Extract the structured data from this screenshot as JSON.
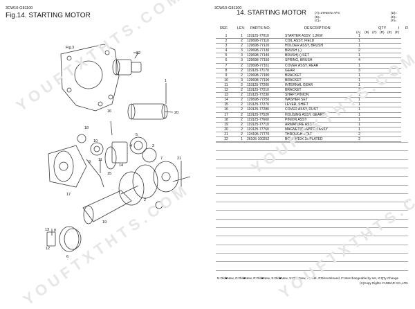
{
  "left": {
    "model_code": "3CW10-G81100",
    "fig_title": "Fig.14.  STARTING MOTOR",
    "diagram": {
      "callouts": [
        "Fig.3",
        "22",
        "1",
        "16",
        "20",
        "18",
        "7",
        "5",
        "4",
        "3",
        "14",
        "10",
        "15",
        "11",
        "9",
        "17",
        "2",
        "21",
        "19",
        "13",
        "8",
        "12",
        "6"
      ]
    }
  },
  "right": {
    "model_code": "3CW10-G81100",
    "title": "14.  STARTING MOTOR",
    "options_left": [
      "(A)=3TNM72-AFS",
      "(B)=",
      "(C)="
    ],
    "options_right": [
      "(D)=",
      "(E)=",
      "(F)="
    ],
    "headers": {
      "ref": "REF.",
      "lev": "LEV.",
      "parts_no": "PARTS NO.",
      "description": "DESCRIPTION",
      "qty": "QTY",
      "i": "I",
      "r": "R"
    },
    "qty_cols": [
      "(A)",
      "(B)",
      "(C)",
      "(D)",
      "(E)",
      "(F)"
    ],
    "rows": [
      {
        "ref": "1",
        "lev": "1",
        "pn": "119125-77010",
        "desc": "STARTER ASSY, 1.2KW",
        "a": "1"
      },
      {
        "ref": "2",
        "lev": "2",
        "pn": "129698-77110",
        "desc": "COIL ASSY, FIELD",
        "a": "1"
      },
      {
        "ref": "3",
        "lev": "2",
        "pn": "129698-77120",
        "desc": "HOLDER ASSY, BRUSH",
        "a": "1"
      },
      {
        "ref": "4",
        "lev": "3",
        "pn": "129698-77130",
        "desc": "BRUSH (-)",
        "a": "2"
      },
      {
        "ref": "5",
        "lev": "3",
        "pn": "129698-77140",
        "desc": "BRUSH(+) SET",
        "a": "1"
      },
      {
        "ref": "6",
        "lev": "3",
        "pn": "129698-77150",
        "desc": "SPRING, BRUSH",
        "a": "4"
      },
      {
        "ref": "7",
        "lev": "2",
        "pn": "129698-77161",
        "desc": "COVER ASSY, REAR",
        "a": "1"
      },
      {
        "ref": "8",
        "lev": "2",
        "pn": "119125-77170",
        "desc": "GEAR",
        "a": "3"
      },
      {
        "ref": "9",
        "lev": "2",
        "pn": "129698-77180",
        "desc": "BRACKET",
        "a": "1"
      },
      {
        "ref": "10",
        "lev": "3",
        "pn": "129698-77190",
        "desc": "BRACKET",
        "a": "1"
      },
      {
        "ref": "11",
        "lev": "2",
        "pn": "119125-77200",
        "desc": "INTERNAL GEAR",
        "a": "1"
      },
      {
        "ref": "12",
        "lev": "2",
        "pn": "119125-77210",
        "desc": "BRACKET",
        "a": "1"
      },
      {
        "ref": "13",
        "lev": "2",
        "pn": "119125-77230",
        "desc": "SHAFT,PINION",
        "a": "1"
      },
      {
        "ref": "14",
        "lev": "2",
        "pn": "129698-77250",
        "desc": "WASHER SET",
        "a": "1"
      },
      {
        "ref": "15",
        "lev": "2",
        "pn": "119125-77270",
        "desc": "LEVER, SHIFT",
        "a": "1"
      },
      {
        "ref": "16",
        "lev": "2",
        "pn": "119125-77280",
        "desc": "COVER ASSY, DUST",
        "a": "1"
      },
      {
        "ref": "17",
        "lev": "2",
        "pn": "119125-77520",
        "desc": "HOUSING ASSY, GEARS",
        "a": "1"
      },
      {
        "ref": "18",
        "lev": "2",
        "pn": "119125-77660",
        "desc": "PINION ASSY",
        "a": "1"
      },
      {
        "ref": "19",
        "lev": "2",
        "pn": "119125-77710",
        "desc": "ARMATURE ASSY",
        "a": "1"
      },
      {
        "ref": "20",
        "lev": "2",
        "pn": "119125-77760",
        "desc": "MAGNETIC SWITCH ASSY",
        "a": "1"
      },
      {
        "ref": "21",
        "lev": "2",
        "pn": "124195-77770",
        "desc": "THROUGH BOLT",
        "a": "2"
      },
      {
        "ref": "22",
        "lev": "1",
        "pn": "26106-100252",
        "desc": "BOLT M10X 25 PLATED",
        "a": "2"
      }
    ],
    "legend": "N:Old■New, O:Old■New, R:Old■New, S:Old■New, X:Old■New, W:Add, Z:Discontinued, F:Interchangeable by set, K:Q'ty Change",
    "copyright": "(C)Copy Rights YANMAR CO.,LTD."
  },
  "watermarks": [
    "YOUFTXTHTS.COM",
    "YOUFTXTHTS.COM",
    "YOUFTXTHTS.COM",
    "YOUFTXTHTS.COM"
  ]
}
